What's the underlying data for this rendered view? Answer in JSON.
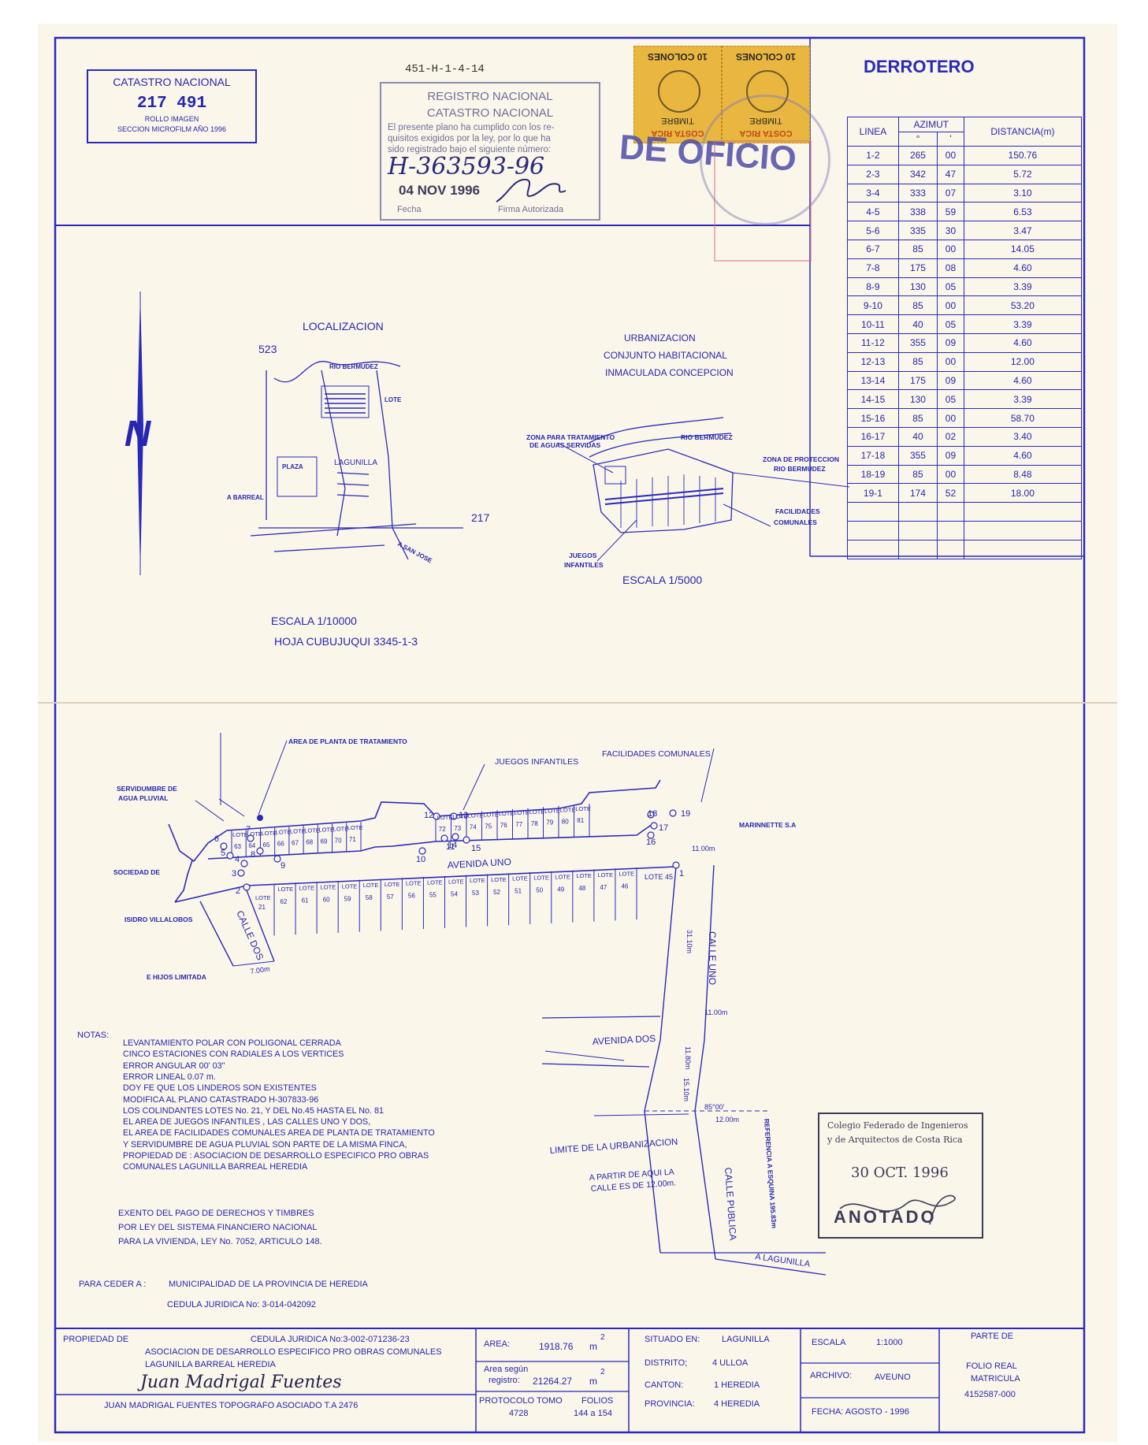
{
  "catastro_box": {
    "title": "CATASTRO NACIONAL",
    "number": "217 491",
    "line1": "ROLLO  IMAGEN",
    "line2": "SECCION  MICROFILM  AÑO  1996"
  },
  "plan_code": "451-H-1-4-14",
  "registro_stamp": {
    "line1": "REGISTRO  NACIONAL",
    "line2": "CATASTRO  NACIONAL",
    "body1": "El presente plano ha cumplido con los re-",
    "body2": "quisitos exigidos por la ley, por lo que ha",
    "body3": "sido registrado bajo el siguiente número:",
    "handwritten_number": "H-363593-96",
    "date": "04 NOV 1996",
    "fecha_label": "Fecha",
    "firma_label": "Firma Autorizada"
  },
  "timbres": [
    {
      "value": "10 COLONES",
      "label": "TIMBRE",
      "country": "COSTA RICA"
    },
    {
      "value": "10 COLONES",
      "label": "TIMBRE",
      "country": "COSTA RICA"
    }
  ],
  "de_oficio": "DE OFICIO",
  "derrotero": {
    "title": "DERROTERO",
    "headers": {
      "linea": "LINEA",
      "azimut": "AZIMUT",
      "deg": "°",
      "min": "'",
      "distancia": "DISTANCIA(m)"
    },
    "rows": [
      [
        "1-2",
        "265",
        "00",
        "150.76"
      ],
      [
        "2-3",
        "342",
        "47",
        "5.72"
      ],
      [
        "3-4",
        "333",
        "07",
        "3.10"
      ],
      [
        "4-5",
        "338",
        "59",
        "6.53"
      ],
      [
        "5-6",
        "335",
        "30",
        "3.47"
      ],
      [
        "6-7",
        "85",
        "00",
        "14.05"
      ],
      [
        "7-8",
        "175",
        "08",
        "4.60"
      ],
      [
        "8-9",
        "130",
        "05",
        "3.39"
      ],
      [
        "9-10",
        "85",
        "00",
        "53.20"
      ],
      [
        "10-11",
        "40",
        "05",
        "3.39"
      ],
      [
        "11-12",
        "355",
        "09",
        "4.60"
      ],
      [
        "12-13",
        "85",
        "00",
        "12.00"
      ],
      [
        "13-14",
        "175",
        "09",
        "4.60"
      ],
      [
        "14-15",
        "130",
        "05",
        "3.39"
      ],
      [
        "15-16",
        "85",
        "00",
        "58.70"
      ],
      [
        "16-17",
        "40",
        "02",
        "3.40"
      ],
      [
        "17-18",
        "355",
        "09",
        "4.60"
      ],
      [
        "18-19",
        "85",
        "00",
        "8.48"
      ],
      [
        "19-1",
        "174",
        "52",
        "18.00"
      ]
    ]
  },
  "north_label": "N",
  "localizacion": {
    "title": "LOCALIZACION",
    "rio": "RIO BERMUDEZ",
    "lote": "LOTE",
    "plaza": "PLAZA",
    "lagunilla": "LAGUNILLA",
    "a_barreal": "A BARREAL",
    "a_san_jose": "A SAN JOSE",
    "coord_top": "523",
    "coord_right": "217",
    "escala": "ESCALA    1/10000",
    "hoja": "HOJA  CUBUJUQUI  3345-1-3"
  },
  "urbanizacion": {
    "line1": "URBANIZACION",
    "line2": "CONJUNTO  HABITACIONAL",
    "line3": "INMACULADA  CONCEPCION",
    "zona_trat1": "ZONA PARA TRATAMIENTO",
    "zona_trat2": "DE AGUAS SERVIDAS",
    "rio": "RIO BERMUDEZ",
    "zona_prot1": "ZONA DE PROTECCION",
    "zona_prot2": "RIO BERMUDEZ",
    "facil1": "FACILIDADES",
    "facil2": "COMUNALES",
    "juegos1": "JUEGOS",
    "juegos2": "INFANTILES",
    "escala": "ESCALA    1/5000"
  },
  "plan": {
    "area_planta": "AREA DE PLANTA DE TRATAMIENTO",
    "juegos": "JUEGOS  INFANTILES",
    "facilidades": "FACILIDADES  COMUNALES",
    "servidumbre1": "SERVIDUMBRE DE",
    "servidumbre2": "AGUA PLUVIAL",
    "marinnette": "MARINNETTE  S.A",
    "sociedad": "SOCIEDAD  DE",
    "isidro": "ISIDRO VILLALOBOS",
    "hijos": "E HIJOS LIMITADA",
    "avenida_uno": "AVENIDA    UNO",
    "calle_dos": "CALLE  DOS",
    "calle_uno": "CALLE  UNO",
    "avenida_dos": "AVENIDA     DOS",
    "calle_publica": "CALLE  PUBLICA",
    "a_lagunilla": "A   LAGUNILLA",
    "referencia": "REFERENCIA A ESQUINA 195.83m",
    "limite": "LIMITE  DE  LA  URBANIZACION",
    "a_partir1": "A  PARTIR  DE  AQUI  LA",
    "a_partir2": "CALLE  ES  DE  12.00m.",
    "dim_11": "11.00m",
    "dim_7": "7.00m",
    "dim_3110": "31.10m",
    "dim_1100b": "11.00m",
    "dim_1180": "11.80m",
    "dim_1510": "15.10m",
    "dim_1200": "12.00m",
    "angle": "85°00'",
    "lote_word": "LOTE",
    "lote45": "LOTE   45",
    "lote21": "21",
    "top_lots": [
      "63",
      "64",
      "65",
      "66",
      "67",
      "68",
      "69",
      "70",
      "71"
    ],
    "top_lots2": [
      "72",
      "73",
      "74",
      "75",
      "76",
      "77",
      "78",
      "79",
      "80",
      "81"
    ],
    "bottom_lots": [
      "62",
      "61",
      "60",
      "59",
      "58",
      "57",
      "56",
      "55",
      "54",
      "53",
      "52",
      "51",
      "50",
      "49",
      "48",
      "47",
      "46"
    ],
    "stations": [
      "1",
      "2",
      "3",
      "4",
      "5",
      "6",
      "7",
      "8",
      "9",
      "10",
      "11",
      "12",
      "13",
      "14",
      "15",
      "16",
      "17",
      "18",
      "19"
    ]
  },
  "notas": {
    "label": "NOTAS:",
    "lines": [
      "LEVANTAMIENTO  POLAR  CON  POLIGONAL  CERRADA",
      "CINCO  ESTACIONES  CON  RADIALES  A  LOS  VERTICES",
      "ERROR  ANGULAR    00' 03\"",
      "ERROR  LINEAL    0.07  m.",
      "DOY  FE  QUE  LOS  LINDEROS  SON  EXISTENTES",
      "MODIFICA  AL  PLANO  CATASTRADO  H-307833-96",
      "LOS  COLINDANTES  LOTES  No. 21,  Y  DEL  No.45  HASTA  EL  No.  81",
      "EL  AREA  DE  JUEGOS  INFANTILES  ,  LAS  CALLES  UNO  Y  DOS,",
      "EL  AREA  DE  FACILIDADES  COMUNALES  AREA  DE  PLANTA  DE  TRATAMIENTO",
      "Y  SERVIDUMBRE  DE  AGUA  PLUVIAL  SON  PARTE  DE  LA  MISMA  FINCA,",
      "PROPIEDAD  DE  :  ASOCIACION  DE  DESARROLLO  ESPECIFICO  PRO  OBRAS",
      "COMUNALES  LAGUNILLA  BARREAL  HEREDIA"
    ]
  },
  "exento": [
    "EXENTO  DEL  PAGO  DE  DERECHOS  Y  TIMBRES",
    "POR  LEY  DEL  SISTEMA  FINANCIERO  NACIONAL",
    "PARA  LA  VIVIENDA,  LEY  No.  7052,  ARTICULO  148."
  ],
  "ceder": {
    "label": "PARA  CEDER  A  :",
    "value": "MUNICIPALIDAD  DE  LA  PROVINCIA  DE  HEREDIA",
    "cedula": "CEDULA  JURIDICA  No:  3-014-042092"
  },
  "colegio_stamp": {
    "line1": "Colegio  Federado  de  Ingenieros",
    "line2": "y  de  Arquitectos  de  Costa  Rica",
    "date": "30 OCT. 1996",
    "anotado": "ANOTADO"
  },
  "footer": {
    "propiedad_label": "PROPIEDAD  DE",
    "cedula": "CEDULA  JURIDICA  No:3-002-071236-23",
    "owner1": "ASOCIACION  DE  DESARROLLO  ESPECIFICO  PRO  OBRAS  COMUNALES",
    "owner2": "LAGUNILLA  BARREAL  HEREDIA",
    "signature": "Juan Madrigal Fuentes",
    "topografo": "JUAN  MADRIGAL  FUENTES   TOPOGRAFO  ASOCIADO  T.A  2476",
    "area_label": "AREA:",
    "area_value": "1918.76",
    "area_unit": "m",
    "sq": "2",
    "area_reg_label1": "Area  según",
    "area_reg_label2": "registro:",
    "area_reg_value": "21264.27",
    "area_reg_unit": "m",
    "protocolo_label": "PROTOCOLO  TOMO",
    "protocolo_value": "4728",
    "folios_label": "FOLIOS",
    "folios_value": "144  a  154",
    "situado_label": "SITUADO  EN:",
    "situado_value": "LAGUNILLA",
    "distrito_label": "DISTRITO;",
    "distrito_value": "4  ULLOA",
    "canton_label": "CANTON:",
    "canton_value": "1  HEREDIA",
    "provincia_label": "PROVINCIA:",
    "provincia_value": "4  HEREDIA",
    "escala_label": "ESCALA",
    "escala_value": "1:1000",
    "archivo_label": "ARCHIVO:",
    "archivo_value": "AVEUNO",
    "fecha_label": "FECHA:  AGOSTO  -  1996",
    "parte_de": "PARTE  DE",
    "folio_real": "FOLIO  REAL",
    "matricula": "MATRICULA",
    "matricula_value": "4152587-000"
  },
  "colors": {
    "ink": "#2a2ab8",
    "paper": "#fbf6ea",
    "stamp_red": "#c0314e",
    "stamp_gray": "#6f6f9a",
    "timbre": "#e9b640"
  }
}
